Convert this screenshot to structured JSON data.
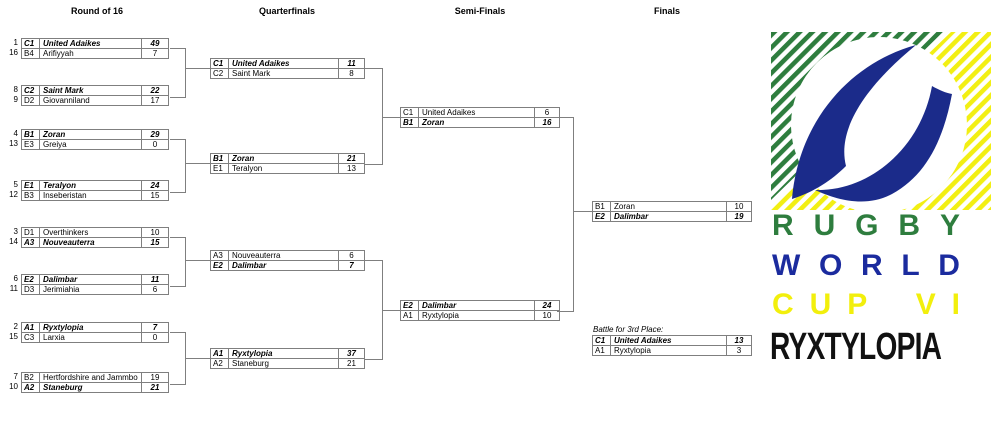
{
  "round_headers": [
    "Round of 16",
    "Quarterfinals",
    "Semi-Finals",
    "Finals"
  ],
  "bracket": {
    "round_of_16": [
      {
        "top": {
          "seed": "1",
          "code": "C1",
          "team": "United Adaikes",
          "score": "49",
          "winner": true
        },
        "bottom": {
          "seed": "16",
          "code": "B4",
          "team": "Arifiyyah",
          "score": "7",
          "winner": false
        }
      },
      {
        "top": {
          "seed": "8",
          "code": "C2",
          "team": "Saint Mark",
          "score": "22",
          "winner": true
        },
        "bottom": {
          "seed": "9",
          "code": "D2",
          "team": "Giovanniland",
          "score": "17",
          "winner": false
        }
      },
      {
        "top": {
          "seed": "4",
          "code": "B1",
          "team": "Zoran",
          "score": "29",
          "winner": true
        },
        "bottom": {
          "seed": "13",
          "code": "E3",
          "team": "Greiya",
          "score": "0",
          "winner": false
        }
      },
      {
        "top": {
          "seed": "5",
          "code": "E1",
          "team": "Teralyon",
          "score": "24",
          "winner": true
        },
        "bottom": {
          "seed": "12",
          "code": "B3",
          "team": "Inseberistan",
          "score": "15",
          "winner": false
        }
      },
      {
        "top": {
          "seed": "3",
          "code": "D1",
          "team": "Overthinkers",
          "score": "10",
          "winner": false
        },
        "bottom": {
          "seed": "14",
          "code": "A3",
          "team": "Nouveauterra",
          "score": "15",
          "winner": true
        }
      },
      {
        "top": {
          "seed": "6",
          "code": "E2",
          "team": "Dalimbar",
          "score": "11",
          "winner": true
        },
        "bottom": {
          "seed": "11",
          "code": "D3",
          "team": "Jerimiahia",
          "score": "6",
          "winner": false
        }
      },
      {
        "top": {
          "seed": "2",
          "code": "A1",
          "team": "Ryxtylopia",
          "score": "7",
          "winner": true
        },
        "bottom": {
          "seed": "15",
          "code": "C3",
          "team": "Larxia",
          "score": "0",
          "winner": false
        }
      },
      {
        "top": {
          "seed": "7",
          "code": "B2",
          "team": "Hertfordshire and Jammbo",
          "score": "19",
          "winner": false
        },
        "bottom": {
          "seed": "10",
          "code": "A2",
          "team": "Staneburg",
          "score": "21",
          "winner": true
        }
      }
    ],
    "quarterfinals": [
      {
        "top": {
          "code": "C1",
          "team": "United Adaikes",
          "score": "11",
          "winner": true
        },
        "bottom": {
          "code": "C2",
          "team": "Saint Mark",
          "score": "8",
          "winner": false
        }
      },
      {
        "top": {
          "code": "B1",
          "team": "Zoran",
          "score": "21",
          "winner": true
        },
        "bottom": {
          "code": "E1",
          "team": "Teralyon",
          "score": "13",
          "winner": false
        }
      },
      {
        "top": {
          "code": "A3",
          "team": "Nouveauterra",
          "score": "6",
          "winner": false
        },
        "bottom": {
          "code": "E2",
          "team": "Dalimbar",
          "score": "7",
          "winner": true
        }
      },
      {
        "top": {
          "code": "A1",
          "team": "Ryxtylopia",
          "score": "37",
          "winner": true
        },
        "bottom": {
          "code": "A2",
          "team": "Staneburg",
          "score": "21",
          "winner": false
        }
      }
    ],
    "semifinals": [
      {
        "top": {
          "code": "C1",
          "team": "United Adaikes",
          "score": "6",
          "winner": false
        },
        "bottom": {
          "code": "B1",
          "team": "Zoran",
          "score": "16",
          "winner": true
        }
      },
      {
        "top": {
          "code": "E2",
          "team": "Dalimbar",
          "score": "24",
          "winner": true
        },
        "bottom": {
          "code": "A1",
          "team": "Ryxtylopia",
          "score": "10",
          "winner": false
        }
      }
    ],
    "final": {
      "top": {
        "code": "B1",
        "team": "Zoran",
        "score": "10",
        "winner": false
      },
      "bottom": {
        "code": "E2",
        "team": "Dalimbar",
        "score": "19",
        "winner": true
      }
    },
    "third_place": {
      "label": "Battle for 3rd Place:",
      "top": {
        "code": "C1",
        "team": "United Adaikes",
        "score": "13",
        "winner": true
      },
      "bottom": {
        "code": "A1",
        "team": "Ryxtylopia",
        "score": "3",
        "winner": false
      }
    }
  },
  "logo": {
    "line1": "RUGBY",
    "line2": "WORLD",
    "line3": "CUP VI",
    "line4": "RYXTYLOPIA",
    "colors": {
      "green": "#2e7d3e",
      "navy_ball": "#1b2b8a",
      "navy_text": "#1b2b9e",
      "yellow": "#f2ef0c",
      "black": "#111111"
    }
  }
}
